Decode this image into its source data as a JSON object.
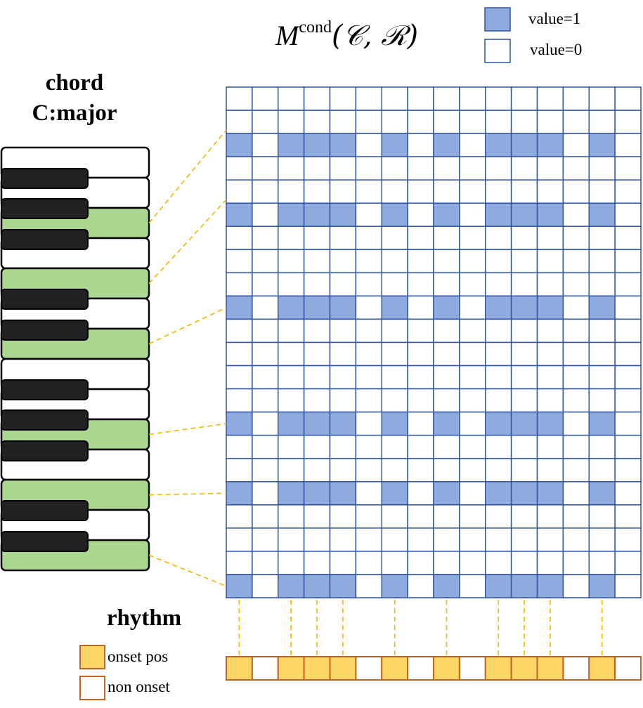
{
  "title": {
    "base": "M",
    "superscript": "cond",
    "args": "(𝒞, ℛ)"
  },
  "legend_matrix": [
    {
      "label": "value=1",
      "color": "#8eaadf"
    },
    {
      "label": "value=0",
      "color": "#ffffff"
    }
  ],
  "chord": {
    "heading": "chord",
    "name": "C:major"
  },
  "rhythm": {
    "heading": "rhythm",
    "legend": [
      {
        "label": "onset pos",
        "color": "#fcd766"
      },
      {
        "label": "non onset",
        "color": "#ffffff"
      }
    ],
    "onsets": [
      1,
      0,
      1,
      1,
      1,
      0,
      1,
      0,
      1,
      0,
      1,
      1,
      1,
      0,
      1,
      0
    ]
  },
  "matrix": {
    "rows": 22,
    "cols": 16,
    "active_rows": [
      2,
      5,
      9,
      14,
      17,
      21
    ],
    "grid_color": "#2f54a0",
    "fill_color": "#8eaadf"
  },
  "piano": {
    "white_keys": 14,
    "pressed_white_keys": [
      2,
      4,
      6,
      9,
      11,
      13
    ],
    "pressed_color": "#acd791"
  },
  "connector_color": "#f2b700"
}
